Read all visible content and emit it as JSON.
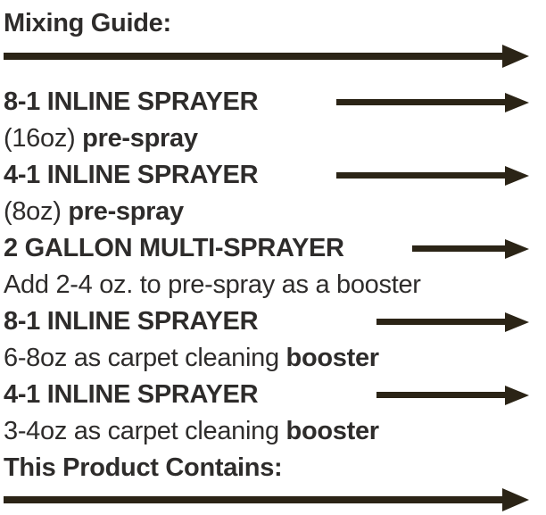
{
  "colors": {
    "text": "#2e2c2b",
    "arrow": "#2b2416",
    "background": "#ffffff"
  },
  "header": {
    "title": "Mixing Guide:"
  },
  "rows": [
    {
      "name": "8-1 INLINE SPRAYER",
      "desc_regular": "(16oz) ",
      "desc_bold": "pre-spray"
    },
    {
      "name": "4-1 INLINE SPRAYER",
      "desc_regular": "(8oz) ",
      "desc_bold": "pre-spray"
    },
    {
      "name": "2 GALLON MULTI-SPRAYER",
      "desc_regular": "Add 2-4 oz. to pre-spray as a booster",
      "desc_bold": ""
    },
    {
      "name": "8-1 INLINE SPRAYER",
      "desc_regular": "6-8oz as carpet cleaning ",
      "desc_bold": "booster"
    },
    {
      "name": "4-1 INLINE SPRAYER",
      "desc_regular": "3-4oz as carpet cleaning ",
      "desc_bold": "booster"
    }
  ],
  "footer": {
    "title": "This Product Contains:"
  }
}
